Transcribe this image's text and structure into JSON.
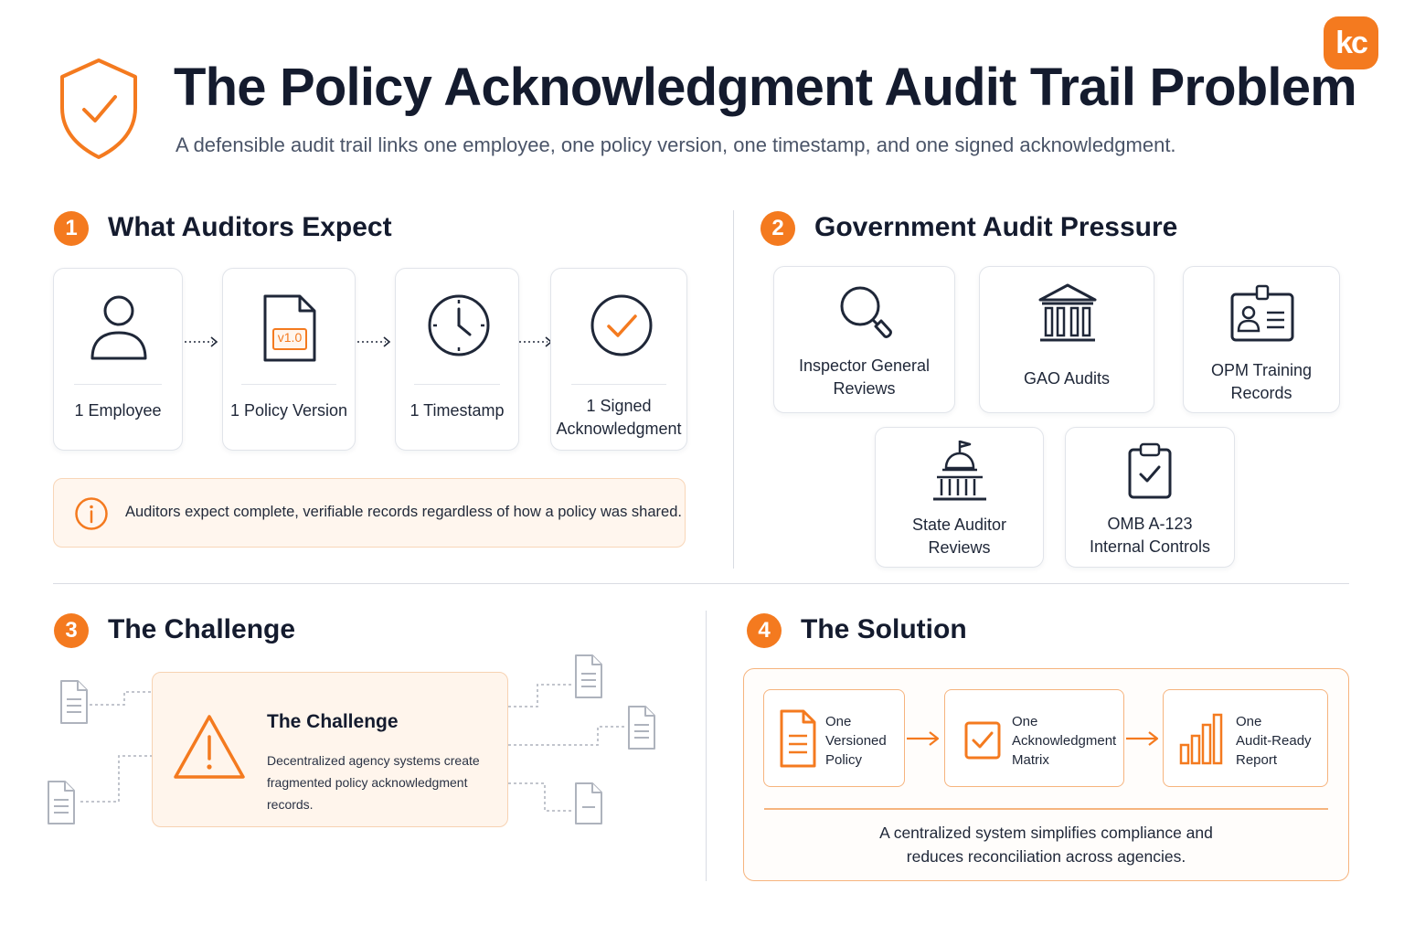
{
  "header": {
    "title": "The Policy Acknowledgment Audit Trail Problem",
    "subtitle": "A defensible audit trail links one employee, one policy version, one timestamp, and one signed acknowledgment.",
    "logo_text": "kc",
    "shield_icon": "shield-check-icon"
  },
  "colors": {
    "accent": "#f47a1f",
    "heading": "#141b2e",
    "muted": "#4a5468",
    "card_border": "#e1e4ea"
  },
  "sections": {
    "expect": {
      "number": "1",
      "title": "What Auditors Expect",
      "items": [
        {
          "label_line1": "1 Employee",
          "label_line2": "",
          "icon": "person-icon"
        },
        {
          "label_line1": "1 Policy Version",
          "label_line2": "",
          "icon": "document-version-icon",
          "badge": "v1.0"
        },
        {
          "label_line1": "1 Timestamp",
          "label_line2": "",
          "icon": "clock-icon"
        },
        {
          "label_line1": "1 Signed",
          "label_line2": "Acknowledgment",
          "icon": "check-circle-icon"
        }
      ],
      "info": "Auditors expect complete, verifiable records regardless of how a policy was shared."
    },
    "pressure": {
      "number": "2",
      "title": "Government Audit Pressure",
      "items": [
        {
          "line1": "Inspector General",
          "line2": "Reviews",
          "icon": "magnifier-icon"
        },
        {
          "line1": "GAO Audits",
          "line2": "",
          "icon": "government-building-icon"
        },
        {
          "line1": "OPM Training",
          "line2": "Records",
          "icon": "id-badge-icon"
        },
        {
          "line1": "State Auditor",
          "line2": "Reviews",
          "icon": "capitol-icon"
        },
        {
          "line1": "OMB A-123",
          "line2": "Internal Controls",
          "icon": "clipboard-check-icon"
        }
      ]
    },
    "challenge": {
      "number": "3",
      "title": "The Challenge",
      "box_title": "The Challenge",
      "box_text": "Decentralized agency systems create fragmented policy acknowledgment records.",
      "icon": "warning-icon"
    },
    "solution": {
      "number": "4",
      "title": "The Solution",
      "items": [
        {
          "lines": [
            "One",
            "Versioned",
            "Policy"
          ],
          "icon": "document-icon"
        },
        {
          "lines": [
            "One",
            "Acknowledgment",
            "Matrix"
          ],
          "icon": "checkbox-icon"
        },
        {
          "lines": [
            "One",
            "Audit-Ready",
            "Report"
          ],
          "icon": "bar-chart-icon"
        }
      ],
      "caption_line1": "A centralized system simplifies compliance and",
      "caption_line2": "reduces reconciliation across agencies."
    }
  }
}
